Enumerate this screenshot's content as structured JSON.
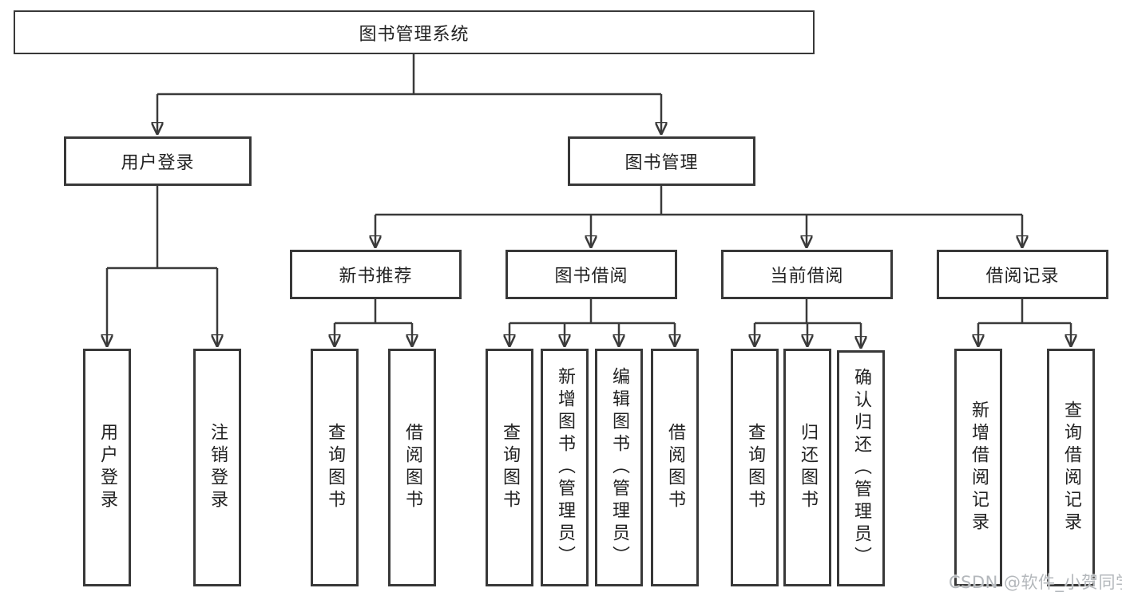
{
  "tree": {
    "root": "图书管理系统",
    "branches": {
      "user_login": "用户登录",
      "book_mgmt": "图书管理"
    },
    "modules": {
      "new_book": "新书推荐",
      "borrow": "图书借阅",
      "current": "当前借阅",
      "records": "借阅记录"
    },
    "leaves": {
      "user_login": [
        "用户登录",
        "注销登录"
      ],
      "new_book": [
        "查询图书",
        "借阅图书"
      ],
      "borrow": [
        "查询图书",
        "新增图书（管理员）",
        "编辑图书（管理员）",
        "借阅图书"
      ],
      "current": [
        "查询图书",
        "归还图书",
        "确认归还（管理员）"
      ],
      "records": [
        "新增借阅记录",
        "查询借阅记录"
      ]
    }
  },
  "watermark": "CSDN @软件_小贺同学",
  "colors": {
    "line": "#3a3a3a",
    "box_border": "#383838",
    "text": "#222222",
    "watermark": "#b4b8bc",
    "background": "#ffffff"
  }
}
